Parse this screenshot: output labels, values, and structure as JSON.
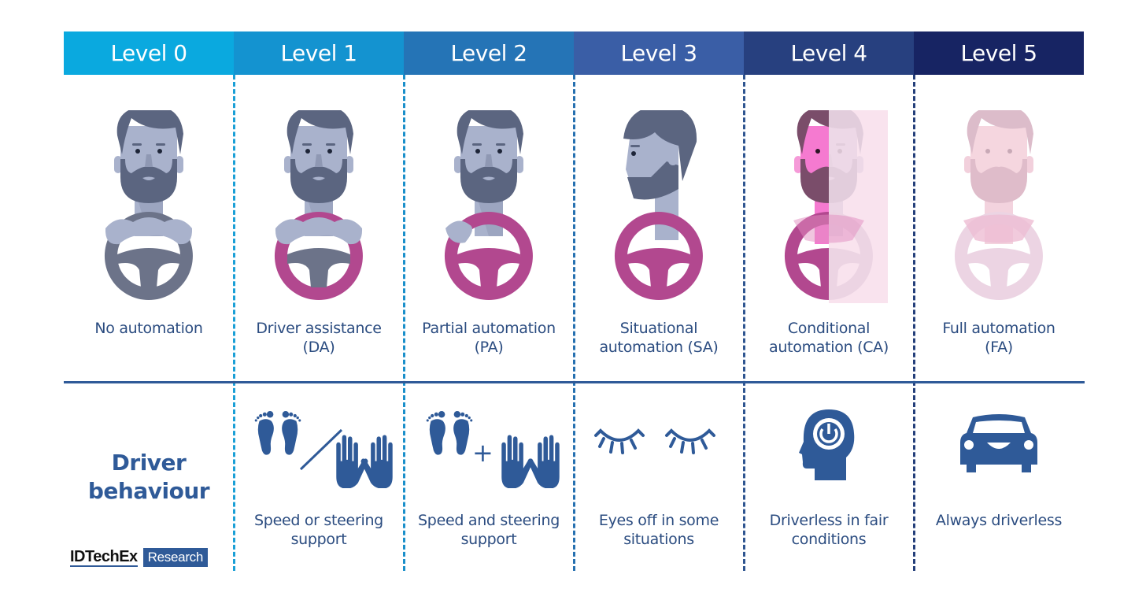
{
  "header": {
    "levels": [
      {
        "label": "Level 0",
        "color": "#0aa9df"
      },
      {
        "label": "Level 1",
        "color": "#1493d0"
      },
      {
        "label": "Level 2",
        "color": "#2574b6"
      },
      {
        "label": "Level 3",
        "color": "#3a5ea6"
      },
      {
        "label": "Level 4",
        "color": "#27407f"
      },
      {
        "label": "Level 5",
        "color": "#172463"
      }
    ]
  },
  "automation": {
    "labels": [
      {
        "line1": "No automation",
        "line2": ""
      },
      {
        "line1": "Driver assistance",
        "line2": "(DA)"
      },
      {
        "line1": "Partial automation",
        "line2": "(PA)"
      },
      {
        "line1": "Situational",
        "line2": "automation (SA)"
      },
      {
        "line1": "Conditional",
        "line2": "automation (CA)"
      },
      {
        "line1": "Full automation",
        "line2": "(FA)"
      }
    ],
    "icons": [
      "driver-hands-on-grey-wheel-icon",
      "driver-hands-on-pink-wheel-icon",
      "driver-hands-on-pink-wheel-icon",
      "driver-looking-away-icon",
      "half-faded-driver-icon",
      "faded-driver-icon"
    ]
  },
  "behaviour": {
    "title_line1": "Driver",
    "title_line2": "behaviour",
    "labels": [
      {
        "line1": "Speed or steering",
        "line2": "support"
      },
      {
        "line1": "Speed and steering",
        "line2": "support"
      },
      {
        "line1": "Eyes off in some",
        "line2": "situations"
      },
      {
        "line1": "Driverless in fair",
        "line2": "conditions"
      },
      {
        "line1": "Always driverless",
        "line2": ""
      }
    ],
    "icons": [
      "feet-or-hands-icon",
      "feet-plus-hands-icon",
      "closed-eyes-icon",
      "head-power-icon",
      "car-icon"
    ],
    "plus_sign": "+"
  },
  "logo": {
    "brand": "IDTechEx",
    "tag": "Research"
  },
  "colors": {
    "text": "#2b4c80",
    "accent_blue": "#2f5a98",
    "wheel_pink": "#b2488f",
    "wheel_grey": "#6c7389",
    "skin": "#a9b2cc",
    "hair": "#5b6580",
    "faded_pink": "#edd3e3"
  }
}
